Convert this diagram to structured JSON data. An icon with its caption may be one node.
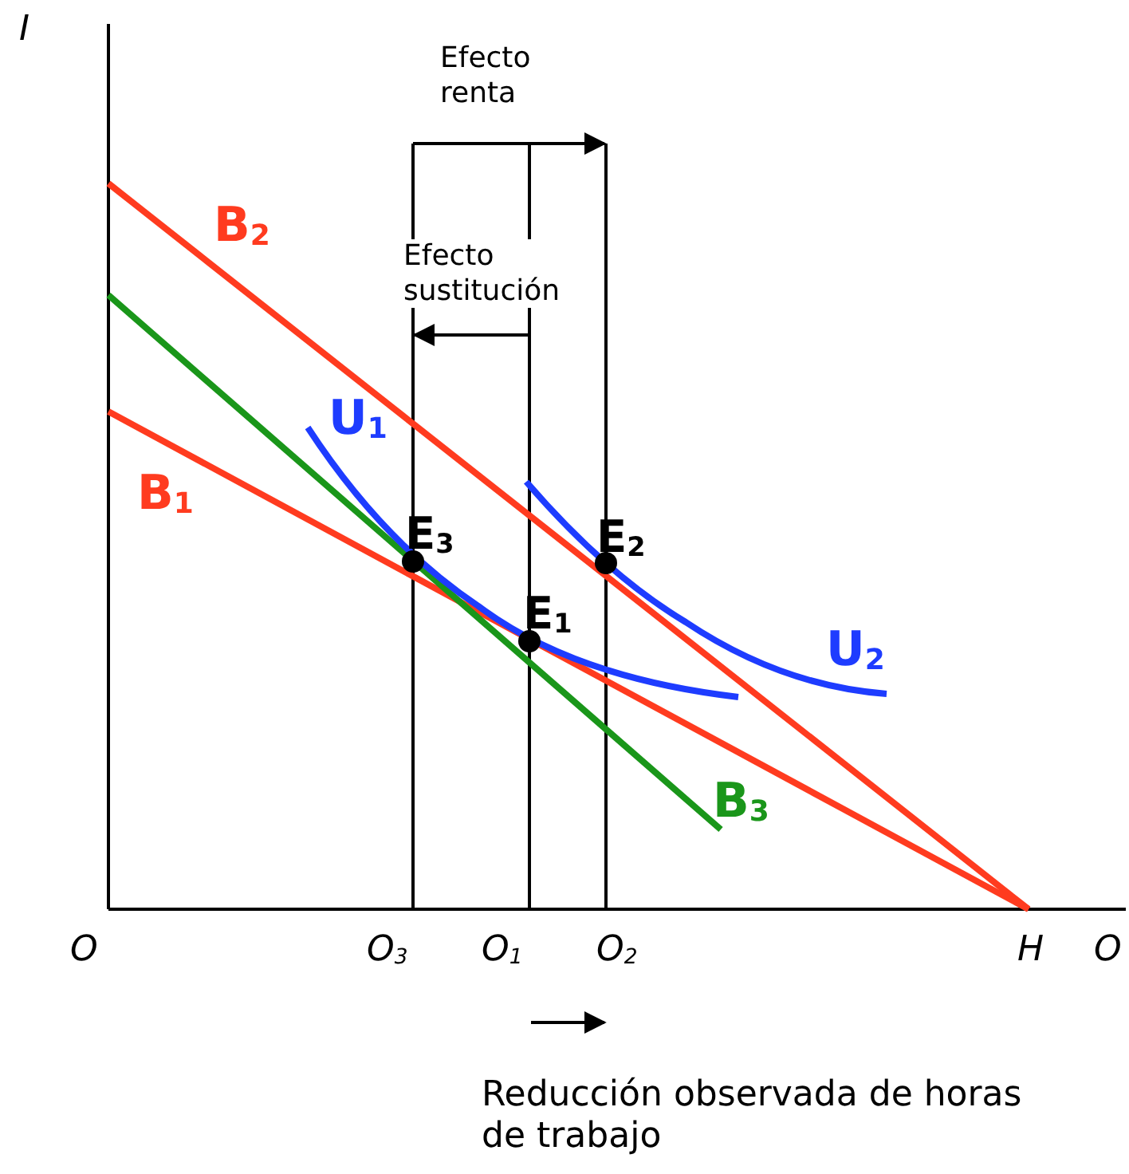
{
  "diagram": {
    "labels": [
      "I",
      "Efecto renta",
      "Efecto sustitución",
      "B$_{2}$",
      "U$_{1}$",
      "B$_{1}$",
      "E$_{3}$",
      "E$_{2}$",
      "E$_{1}$",
      "U$_{2}$",
      "B$_{3}$",
      "O",
      "O$_{3}$",
      "O$_{1}$",
      "O$_{2}$",
      "H",
      "O",
      "Reducción observada de horas de trabajo"
    ]
  }
}
